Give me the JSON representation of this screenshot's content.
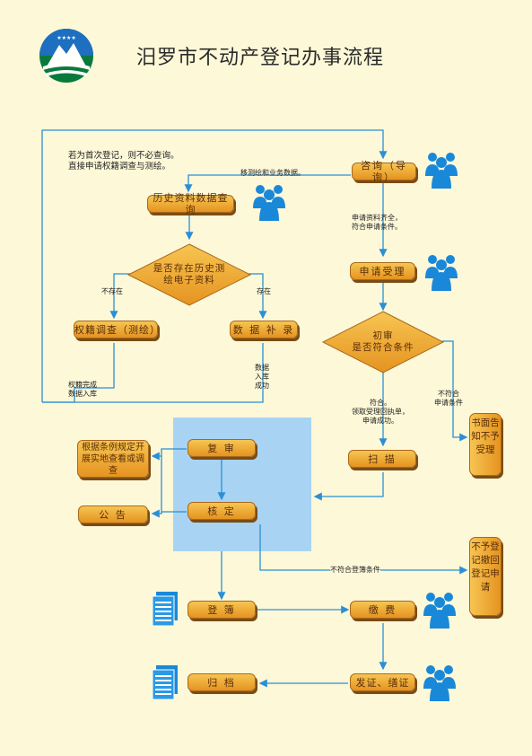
{
  "title": "汨罗市不动产登记办事流程",
  "nodes": {
    "consult": "咨询（导询）",
    "history_query": "历史资料数据查询",
    "apply_accept": "申请受理",
    "ownership_survey": "权籍调查（测绘）",
    "data_supplement": "数 据 补 录",
    "review": "复 审",
    "verify": "核 定",
    "scan": "扫 描",
    "register": "登 簿",
    "pay": "缴 费",
    "archive": "归 档",
    "certificate": "发证、缮证",
    "announce": "公 告",
    "field_survey": "根据条例规定开展实地查看或调查",
    "written_notice": "书面告知不予受理",
    "reject_register": "不予登记撤回登记申请"
  },
  "decisions": {
    "exists": "是否存在历史测绘电子资料",
    "initial_review": "初审\n是否符合条件"
  },
  "labels": {
    "first_time_note": "若为首次登记，则不必查询。\n直接申请权籍调查与测绘。",
    "send_business": "移测绘和业务数据。",
    "docs_complete": "申请资料齐全，\n符合申请条件。",
    "not_exist": "不存在",
    "exist": "存在",
    "survey_done": "权籍完成\n数据入库",
    "data_in": "数据\n入库\n成功",
    "meets": "符合。\n领取受理回执单，\n申请成功。",
    "not_meet": "不符合\n申请条件",
    "not_meet_register": "不符合登簿条件"
  },
  "colors": {
    "box_top": "#f7c552",
    "box_bottom": "#e59320",
    "panel": "#a9d3f2",
    "arrow": "#2a8fd6",
    "people": "#1a88d8"
  },
  "icons": [
    "people-icon",
    "document-icon",
    "logo-mountain-icon"
  ]
}
